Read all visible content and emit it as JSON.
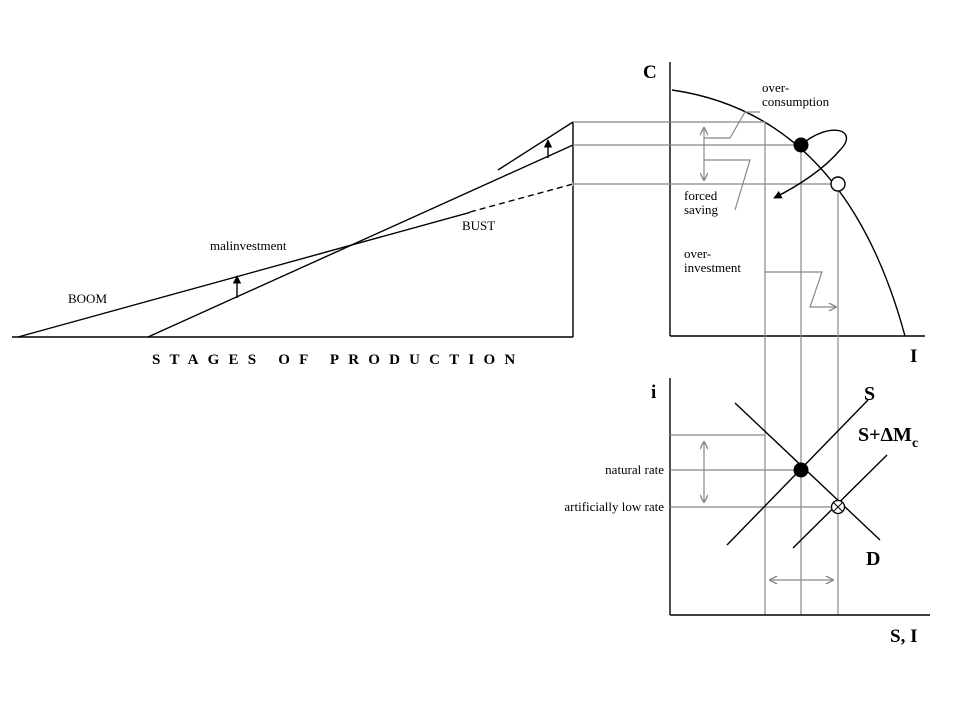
{
  "triangle": {
    "axis_label": "STAGES OF PRODUCTION",
    "boom_label": "BOOM",
    "bust_label": "BUST",
    "malinvestment_label": "malinvestment"
  },
  "ppf": {
    "y_axis_label": "C",
    "x_axis_label": "I",
    "overconsumption_line1": "over-",
    "overconsumption_line2": "consumption",
    "forced_saving_line1": "forced",
    "forced_saving_line2": "saving",
    "overinvestment_line1": "over-",
    "overinvestment_line2": "investment"
  },
  "loanable_funds": {
    "y_axis_label": "i",
    "x_axis_label": "S, I",
    "supply_label": "S",
    "supply_shifted_label": "S+ΔM",
    "supply_shifted_subscript": "c",
    "demand_label": "D",
    "natural_rate_label": "natural rate",
    "low_rate_label": "artificially low rate"
  }
}
